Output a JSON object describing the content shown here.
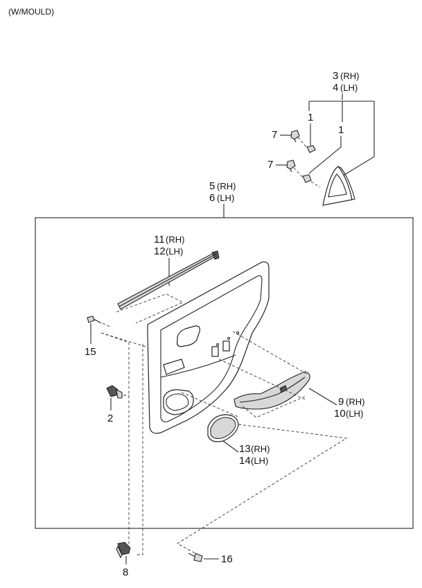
{
  "header": {
    "note": "(W/MOULD)"
  },
  "callouts": {
    "p3": {
      "num": "3",
      "side": "(RH)"
    },
    "p4": {
      "num": "4",
      "side": "(LH)"
    },
    "p1a": {
      "num": "1"
    },
    "p1b": {
      "num": "1"
    },
    "p7a": {
      "num": "7"
    },
    "p7b": {
      "num": "7"
    },
    "p5": {
      "num": "5",
      "side": "(RH)"
    },
    "p6": {
      "num": "6",
      "side": "(LH)"
    },
    "p11": {
      "num": "11",
      "side": "(RH)"
    },
    "p12": {
      "num": "12",
      "side": "(LH)"
    },
    "p15": {
      "num": "15"
    },
    "p2": {
      "num": "2"
    },
    "p9": {
      "num": "9",
      "side": "(RH)"
    },
    "p10": {
      "num": "10",
      "side": "(LH)"
    },
    "p13": {
      "num": "13",
      "side": "(RH)"
    },
    "p14": {
      "num": "14",
      "side": "(LH)"
    },
    "p8": {
      "num": "8"
    },
    "p16": {
      "num": "16"
    }
  }
}
